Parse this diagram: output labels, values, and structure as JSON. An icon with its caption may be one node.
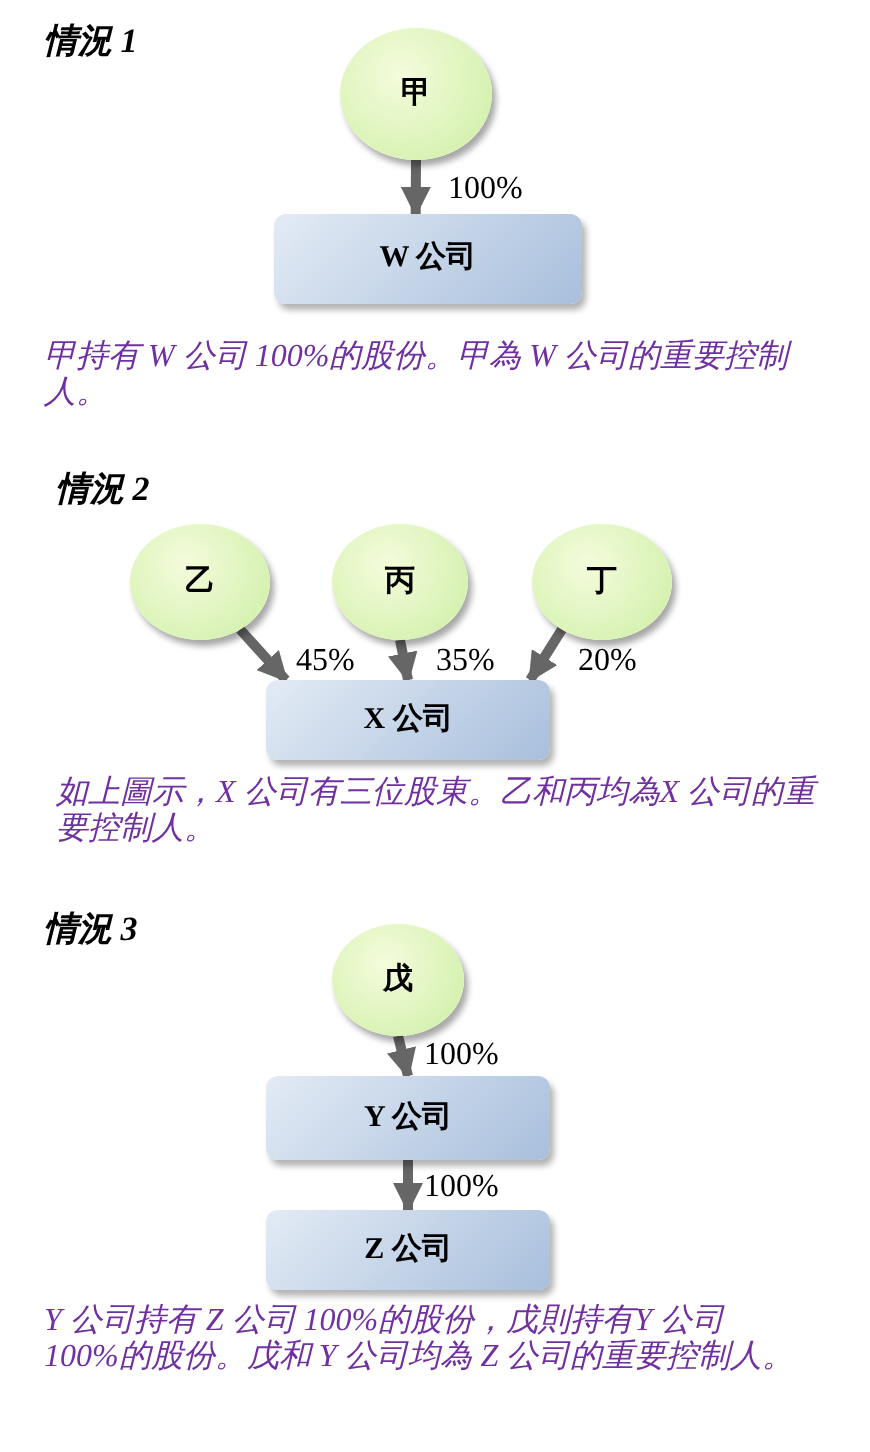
{
  "diagram": {
    "nodes": [
      {
        "text": [
          "甲"
        ]
      },
      {
        "text": [
          "W 公司"
        ]
      },
      {
        "text": [
          "乙"
        ]
      },
      {
        "text": [
          "丙"
        ]
      },
      {
        "text": [
          "丁"
        ]
      },
      {
        "text": [
          "X 公司"
        ]
      },
      {
        "text": [
          "戊"
        ]
      },
      {
        "text": [
          "Y 公司"
        ]
      },
      {
        "text": [
          "Z 公司"
        ]
      }
    ],
    "edges": [
      {
        "from": 0,
        "to": 1,
        "arrow": "to",
        "label": "100%"
      },
      {
        "from": 2,
        "to": 5,
        "arrow": "to",
        "label": "45%"
      },
      {
        "from": 3,
        "to": 5,
        "arrow": "to",
        "label": "35%"
      },
      {
        "from": 4,
        "to": 5,
        "arrow": "to",
        "label": "20%"
      },
      {
        "from": 6,
        "to": 7,
        "arrow": "to",
        "label": "100%"
      },
      {
        "from": 7,
        "to": 8,
        "arrow": "to",
        "label": "100%"
      }
    ],
    "labels": [
      "情況 1",
      "甲持有 W 公司 100%的股份。甲為 W 公司的重要控制人。",
      "情況 2",
      "如上圖示，X 公司有三位股東。乙和丙均為X 公司的重要控制人。",
      "情況 3",
      "Y 公司持有 Z 公司 100%的股份，戊則持有Y 公司 100%的股份。戊和 Y 公司均為 Z 公司的重要控制人。"
    ]
  }
}
